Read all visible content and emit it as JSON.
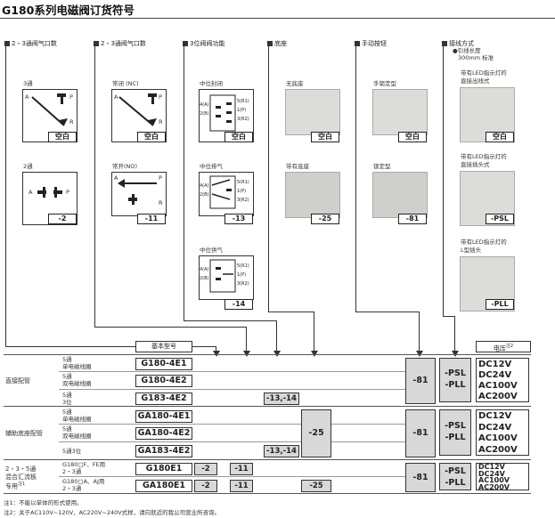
{
  "title": "G180系列电磁阀订货符号",
  "categories": [
    "2・3通阀气口数",
    "2・3通阀气口数",
    "3位阀阀功能",
    "底座",
    "手动按钮",
    "接线方式"
  ],
  "wiring_note1": "●引线长度",
  "wiring_note2": "300mm 标准",
  "col1": {
    "l1": "3通",
    "c1": "空白",
    "l2": "2通",
    "c2": "-2"
  },
  "col2": {
    "l1": "常闭 (NC)",
    "c1": "空白",
    "l2": "常开(NO)",
    "c2": "-11"
  },
  "col3": {
    "l1": "中位封闭",
    "c1": "空白",
    "l2": "中位排气",
    "c2": "-13",
    "l3": "中位供气",
    "c3": "-14"
  },
  "col4": {
    "l1": "无底座",
    "c1": "空白",
    "l2": "带有底座",
    "c2": "-25"
  },
  "col5": {
    "l1": "手锁定型",
    "c1": "空白",
    "l2": "锁定型",
    "c2": "-81"
  },
  "col6": {
    "l1a": "带有LED指示灯的",
    "l1b": "直接出线式",
    "c1": "空白",
    "l2a": "带有LED指示灯的",
    "l2b": "直接插头式",
    "c2": "-PSL",
    "l3a": "带有LED指示灯的",
    "l3b": "L型插头",
    "c3": "-PLL"
  },
  "port_letters": {
    "a": "A",
    "p": "P",
    "r": "R",
    "a4": "4(A)",
    "a2": "2(B)",
    "s5": "5(R1)",
    "s1": "1(P)",
    "s3": "3(R2)"
  },
  "table": {
    "base_header": "基本型号",
    "voltage_header": "电压",
    "voltage_sup": "注2",
    "groups": [
      {
        "name": "直接配管",
        "rows": [
          {
            "d1": "5通",
            "d2": "单电磁线圈",
            "model": "G180-4E1"
          },
          {
            "d1": "5通",
            "d2": "双电磁线圈",
            "model": "G180-4E2"
          },
          {
            "d1": "5通",
            "d2": "3位",
            "model": "G183-4E2",
            "opt": "-13,-14"
          }
        ]
      },
      {
        "name": "辅助底座配管",
        "rows": [
          {
            "d1": "5通",
            "d2": "单电磁线圈",
            "model": "GA180-4E1"
          },
          {
            "d1": "5通",
            "d2": "双电磁线圈",
            "model": "GA180-4E2"
          },
          {
            "d1": "5通3位",
            "d2": "",
            "model": "GA183-4E2",
            "opt": "-13,-14"
          }
        ]
      },
      {
        "name1": "2・3・5通",
        "name2": "混合汇流板",
        "name3": "专用",
        "name_sup": "注1",
        "rows": [
          {
            "d1": "G180□F、FE用",
            "d2": "2・3通",
            "model": "G180E1",
            "o1": "-2",
            "o2": "-11"
          },
          {
            "d1": "G180□A、AJ用",
            "d2": "2・3通",
            "model": "GA180E1",
            "o1": "-2",
            "o2": "-11",
            "o3": "-25"
          }
        ]
      }
    ],
    "base_opt": "-25",
    "manual": "-81",
    "wire1": "-PSL",
    "wire2": "-PLL",
    "voltages": [
      "DC12V",
      "DC24V",
      "AC100V",
      "AC200V"
    ]
  },
  "notes": [
    "注1：不能以单体的形式使用。",
    "注2：关于AC110V~120V、AC220V~240V式样，请向就近的我公司营业所咨询。"
  ]
}
